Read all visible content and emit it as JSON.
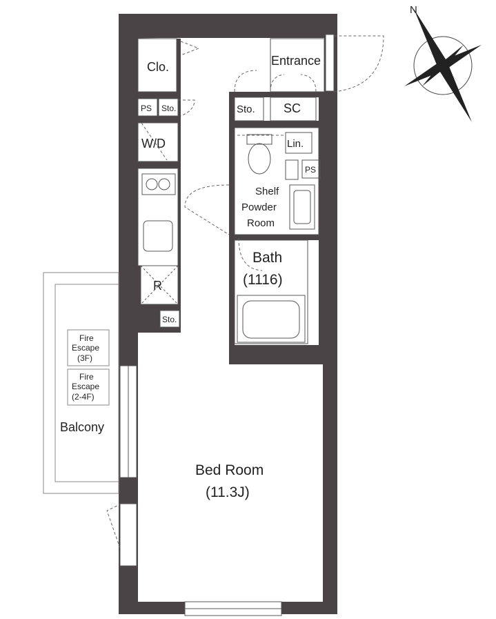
{
  "compass": {
    "north": "N"
  },
  "rooms": {
    "closet": "Clo.",
    "entrance": "Entrance",
    "ps_top": "PS",
    "sto_top": "Sto.",
    "sto_entry": "Sto.",
    "shoe_cabinet": "SC",
    "wd": "W/D",
    "linen": "Lin.",
    "ps_right": "PS",
    "powder_line1": "Shelf",
    "powder_line2": "Powder",
    "powder_line3": "Room",
    "fridge": "R",
    "bath_name": "Bath",
    "bath_size": "(1116)",
    "sto_kitchen": "Sto.",
    "bedroom_name": "Bed Room",
    "bedroom_size": "(11.3J)",
    "balcony": "Balcony"
  },
  "fire_escapes": [
    {
      "line1": "Fire",
      "line2": "Escape",
      "line3": "(3F)"
    },
    {
      "line1": "Fire",
      "line2": "Escape",
      "line3": "(2-4F)"
    }
  ]
}
